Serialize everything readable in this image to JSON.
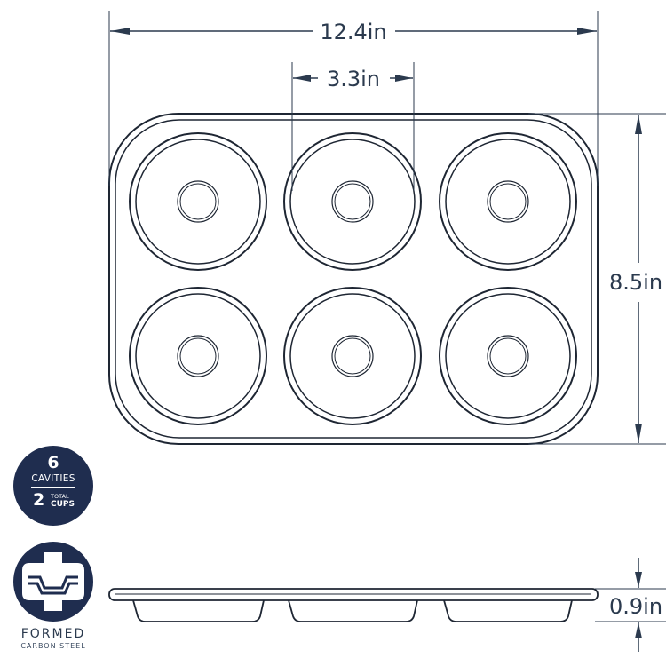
{
  "dimensions": {
    "width": "12.4in",
    "cavity_diameter": "3.3in",
    "depth": "8.5in",
    "height": "0.9in"
  },
  "cavity_badge": {
    "count": "6",
    "count_label": "CAVITIES",
    "cups": "2",
    "cups_top": "TOTAL",
    "cups_bottom": "CUPS"
  },
  "material_badge": {
    "title": "FORMED",
    "subtitle": "CARBON STEEL"
  },
  "colors": {
    "line": "#2b3a4e",
    "badge": "#1f2d4f"
  },
  "icons": [
    "formed-steel-icon"
  ]
}
